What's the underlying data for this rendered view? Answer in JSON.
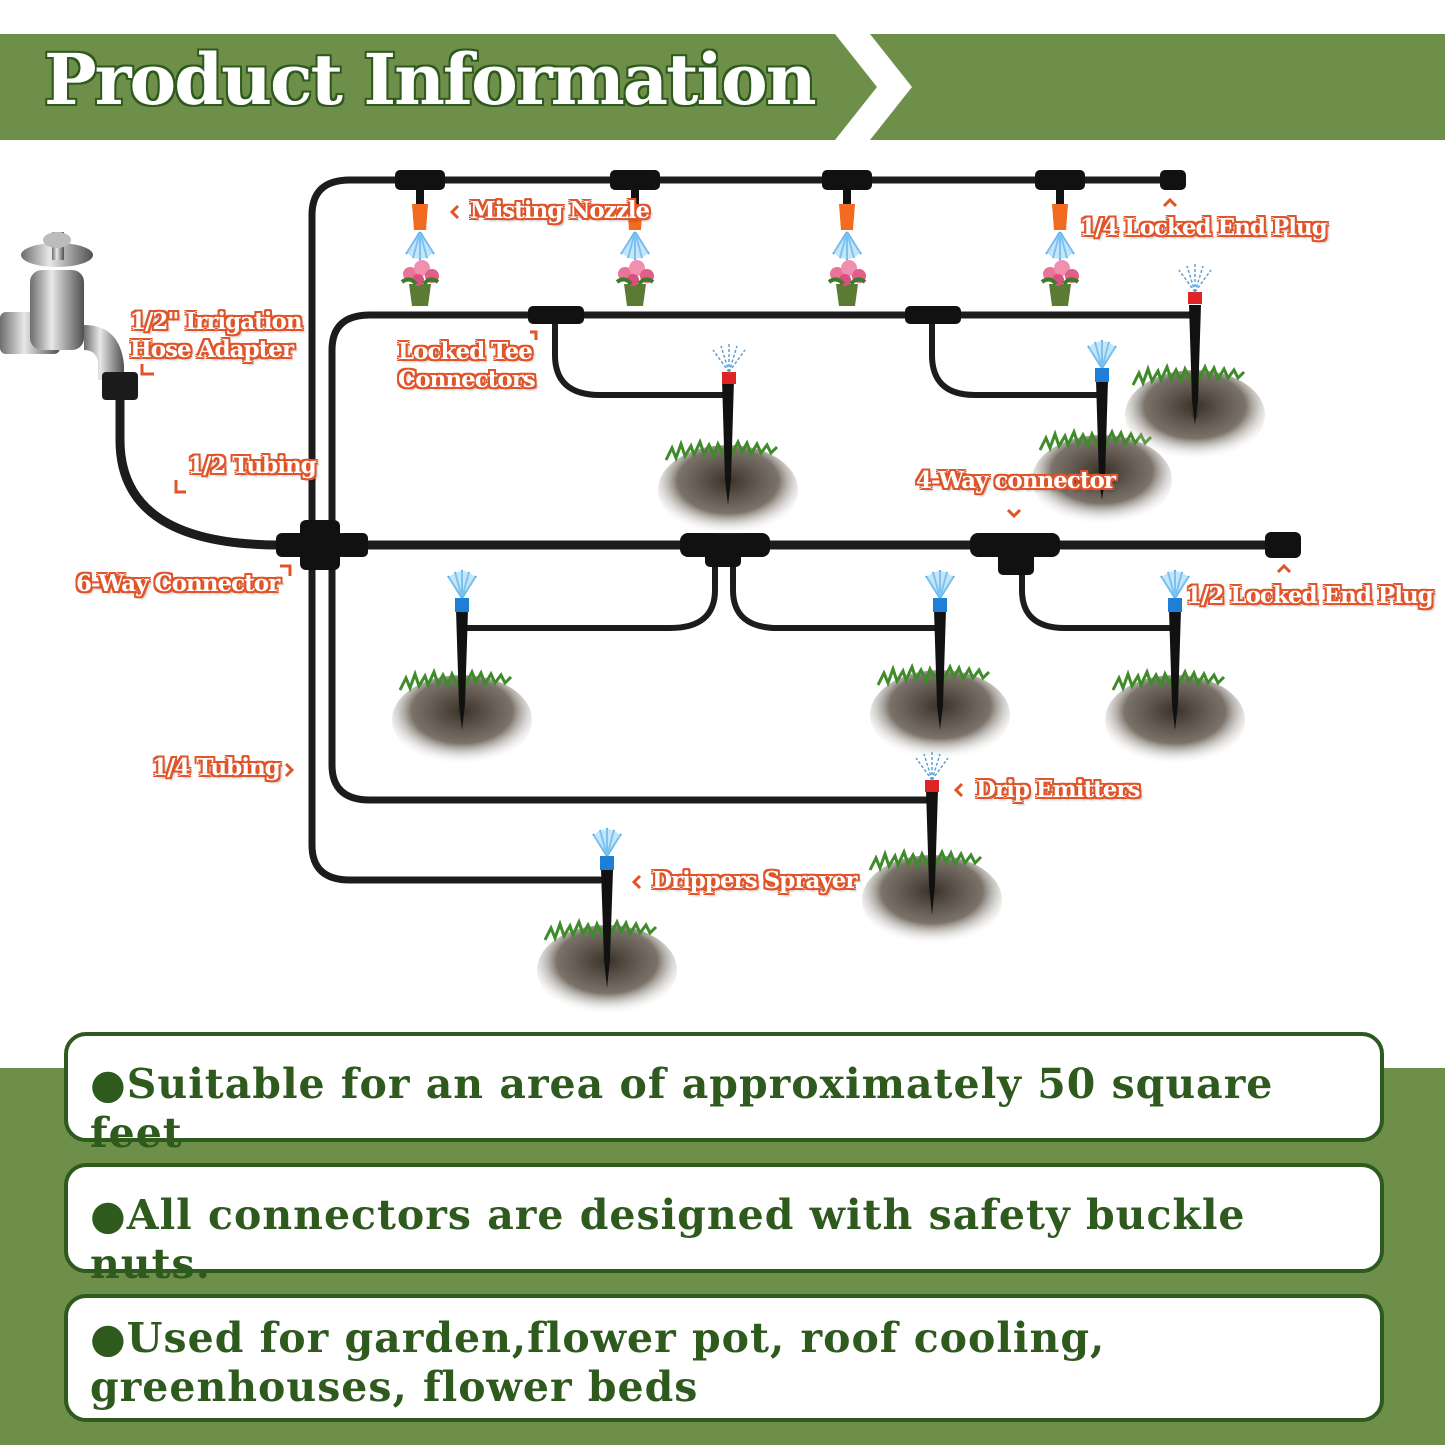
{
  "title": "Product Information",
  "labels": {
    "misting_nozzle": "Misting Nozzle",
    "end_plug_quarter": "1/4 Locked End Plug",
    "hose_adapter_line1": "1/2\" Irrigation",
    "hose_adapter_line2": "Hose Adapter",
    "tee_line1": "Locked Tee",
    "tee_line2": "Connectors",
    "tubing_half": "1/2 Tubing",
    "four_way": "4-Way connector",
    "six_way": "6-Way Connector",
    "end_plug_half": "1/2 Locked End Plug",
    "tubing_quarter": "1/4 Tubing",
    "drip_emitters": "Drip Emitters",
    "drippers_sprayer": "Drippers Sprayer"
  },
  "features": [
    "Suitable for an area of approximately 50 square feet",
    "All connectors are designed with safety buckle nuts.",
    "Used for garden,flower pot, roof cooling, greenhouses, flower beds"
  ],
  "colors": {
    "brand_green": "#6e8f4a",
    "dark_green": "#2e5a1e",
    "label_orange": "#e0542a",
    "tube": "#1c1c1c",
    "nozzle_orange": "#f26b21",
    "emitter_red": "#e02424",
    "sprayer_blue": "#1f7fd6"
  }
}
